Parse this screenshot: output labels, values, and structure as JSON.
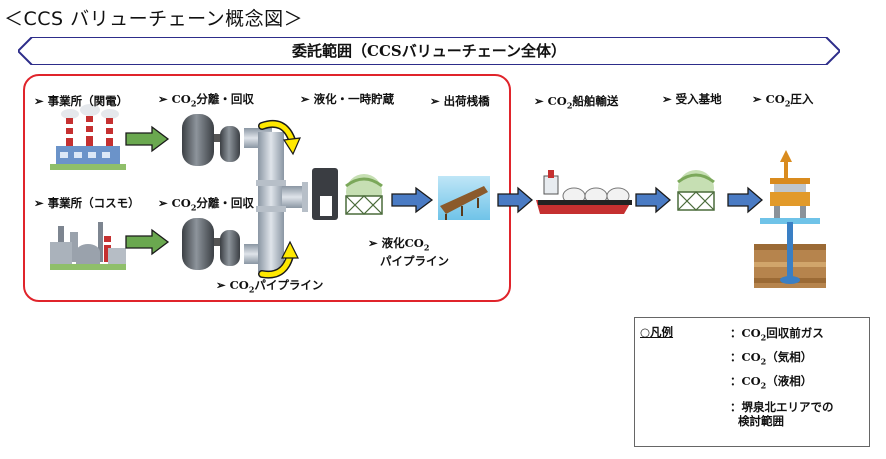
{
  "title": "＜CCS バリューチェーン概念図＞",
  "scope_band": "委託範囲（CCSバリューチェーン全体）",
  "nodes": {
    "office_kanden": "事業所（関電）",
    "separation_1": [
      "CO",
      "2",
      "分離・回収"
    ],
    "liquefaction": "液化・一時貯蔵",
    "pier": "出荷桟橋",
    "shipping": [
      "CO",
      "2",
      "船舶輸送"
    ],
    "receiving": "受入基地",
    "injection": [
      "CO",
      "2",
      "圧入"
    ],
    "office_cosmo": "事業所（コスモ）",
    "separation_2": [
      "CO",
      "2",
      "分離・回収"
    ],
    "liquid_pipeline_1": [
      "液化CO",
      "2"
    ],
    "liquid_pipeline_2": "パイプライン",
    "gas_pipeline": [
      "CO",
      "2",
      "パイプライン"
    ]
  },
  "legend": {
    "title": "○凡例",
    "items": [
      [
        "：CO",
        "2",
        "回収前ガス"
      ],
      [
        "：CO",
        "2",
        "（気相）"
      ],
      [
        "：CO",
        "2",
        "（液相）"
      ],
      [
        "：堺泉北エリアでの",
        "",
        ""
      ]
    ],
    "red_box_line2": "検討範囲"
  },
  "colors": {
    "green_arrow": "#6aa84f",
    "yellow_arrow": "#ffe800",
    "blue_arrow": "#4a7bc4",
    "red_scope": "#e0242b"
  }
}
